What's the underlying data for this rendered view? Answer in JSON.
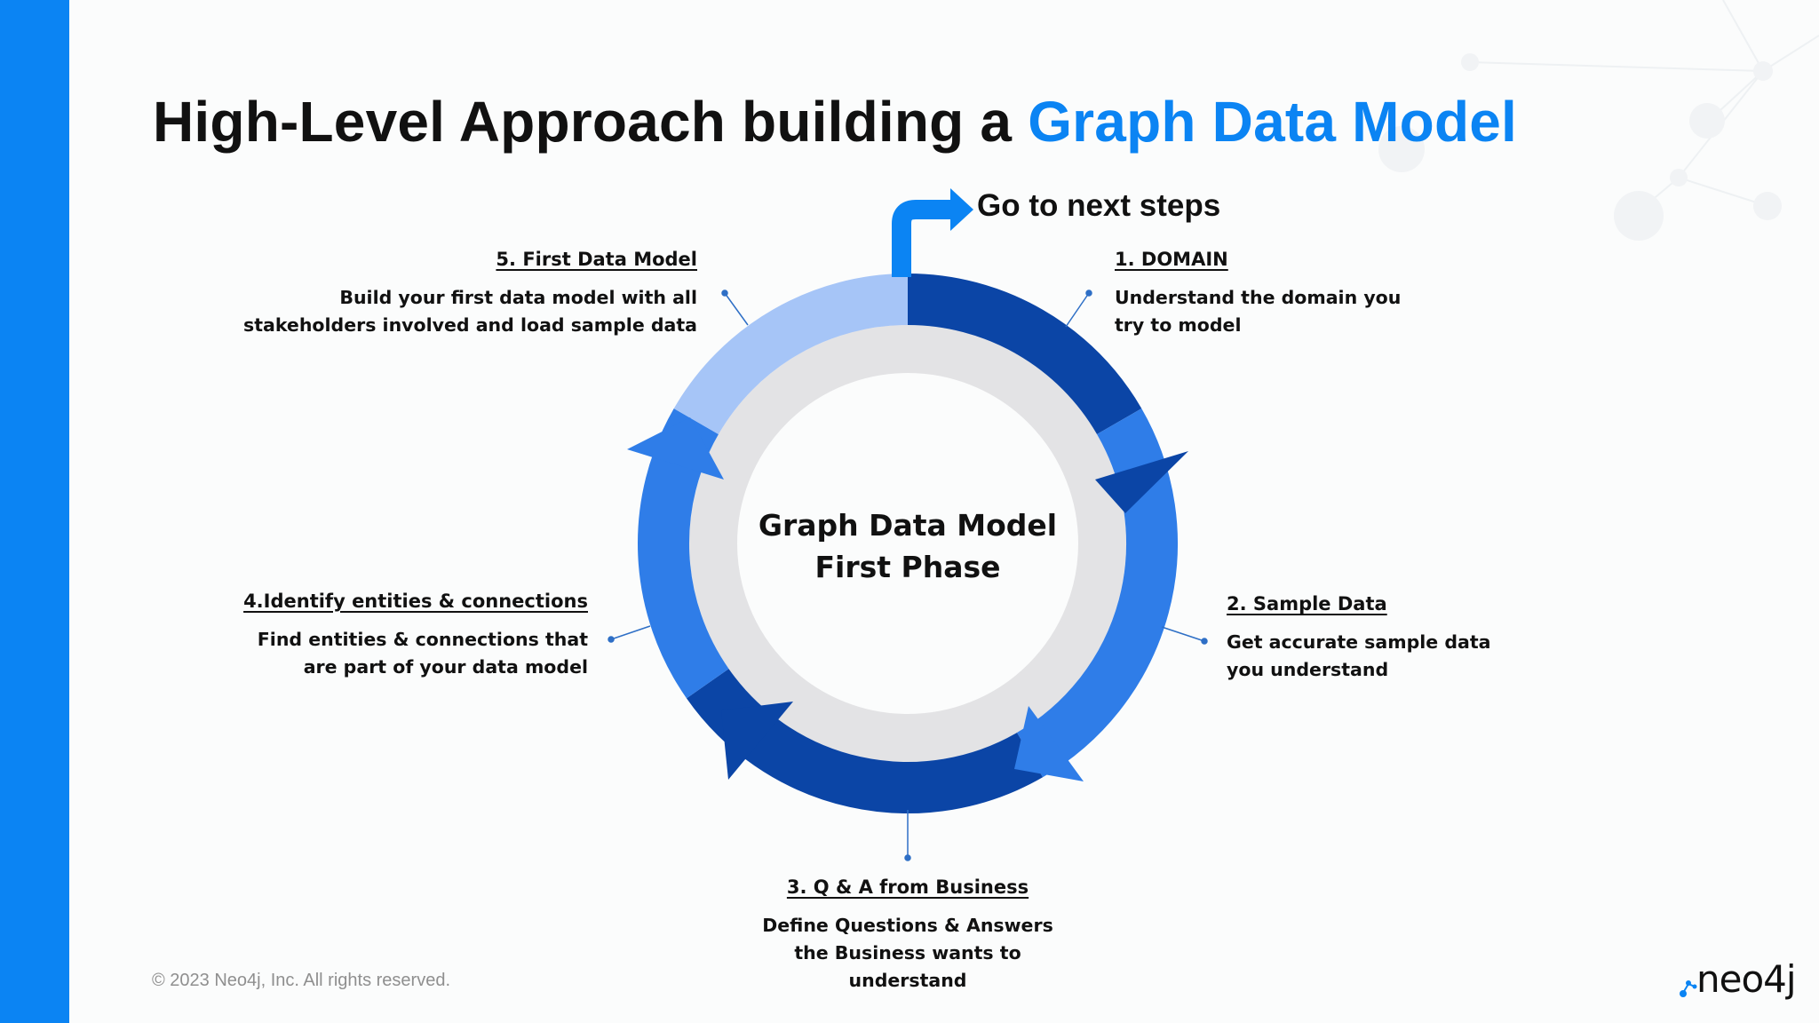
{
  "slide": {
    "title_main": "High-Level Approach building a ",
    "title_accent": "Graph Data Model",
    "accent_color": "#0b84f3",
    "left_bar_color": "#0b84f3"
  },
  "diagram": {
    "center_line1": "Graph Data Model",
    "center_line2": "First Phase",
    "next_steps": "Go to next steps",
    "segment_colors": [
      "#0b45a6",
      "#2f7de8",
      "#0b45a6",
      "#2f7de8",
      "#a6c5f7"
    ],
    "inner_ring_color": "#e3e3e5",
    "connector_color": "#2e6fc6"
  },
  "steps": [
    {
      "title": "1. DOMAIN",
      "desc_lines": [
        "Understand the domain you",
        "try to model"
      ]
    },
    {
      "title": "2. Sample Data",
      "desc_lines": [
        "Get accurate sample data",
        "you understand"
      ]
    },
    {
      "title": "3. Q & A from Business",
      "desc_lines": [
        "Define Questions & Answers",
        "the Business wants to",
        "understand"
      ]
    },
    {
      "title": "4.Identify entities & connections",
      "desc_lines": [
        "Find entities & connections that",
        "are part of your data model"
      ]
    },
    {
      "title": "5. First Data Model",
      "desc_lines": [
        "Build your first data model with all",
        "stakeholders involved and load sample data"
      ]
    }
  ],
  "footer": {
    "copyright": "© 2023 Neo4j, Inc. All rights reserved.",
    "logo_text": "neo4j",
    "logo_icon": "neo4j-dots-icon"
  }
}
